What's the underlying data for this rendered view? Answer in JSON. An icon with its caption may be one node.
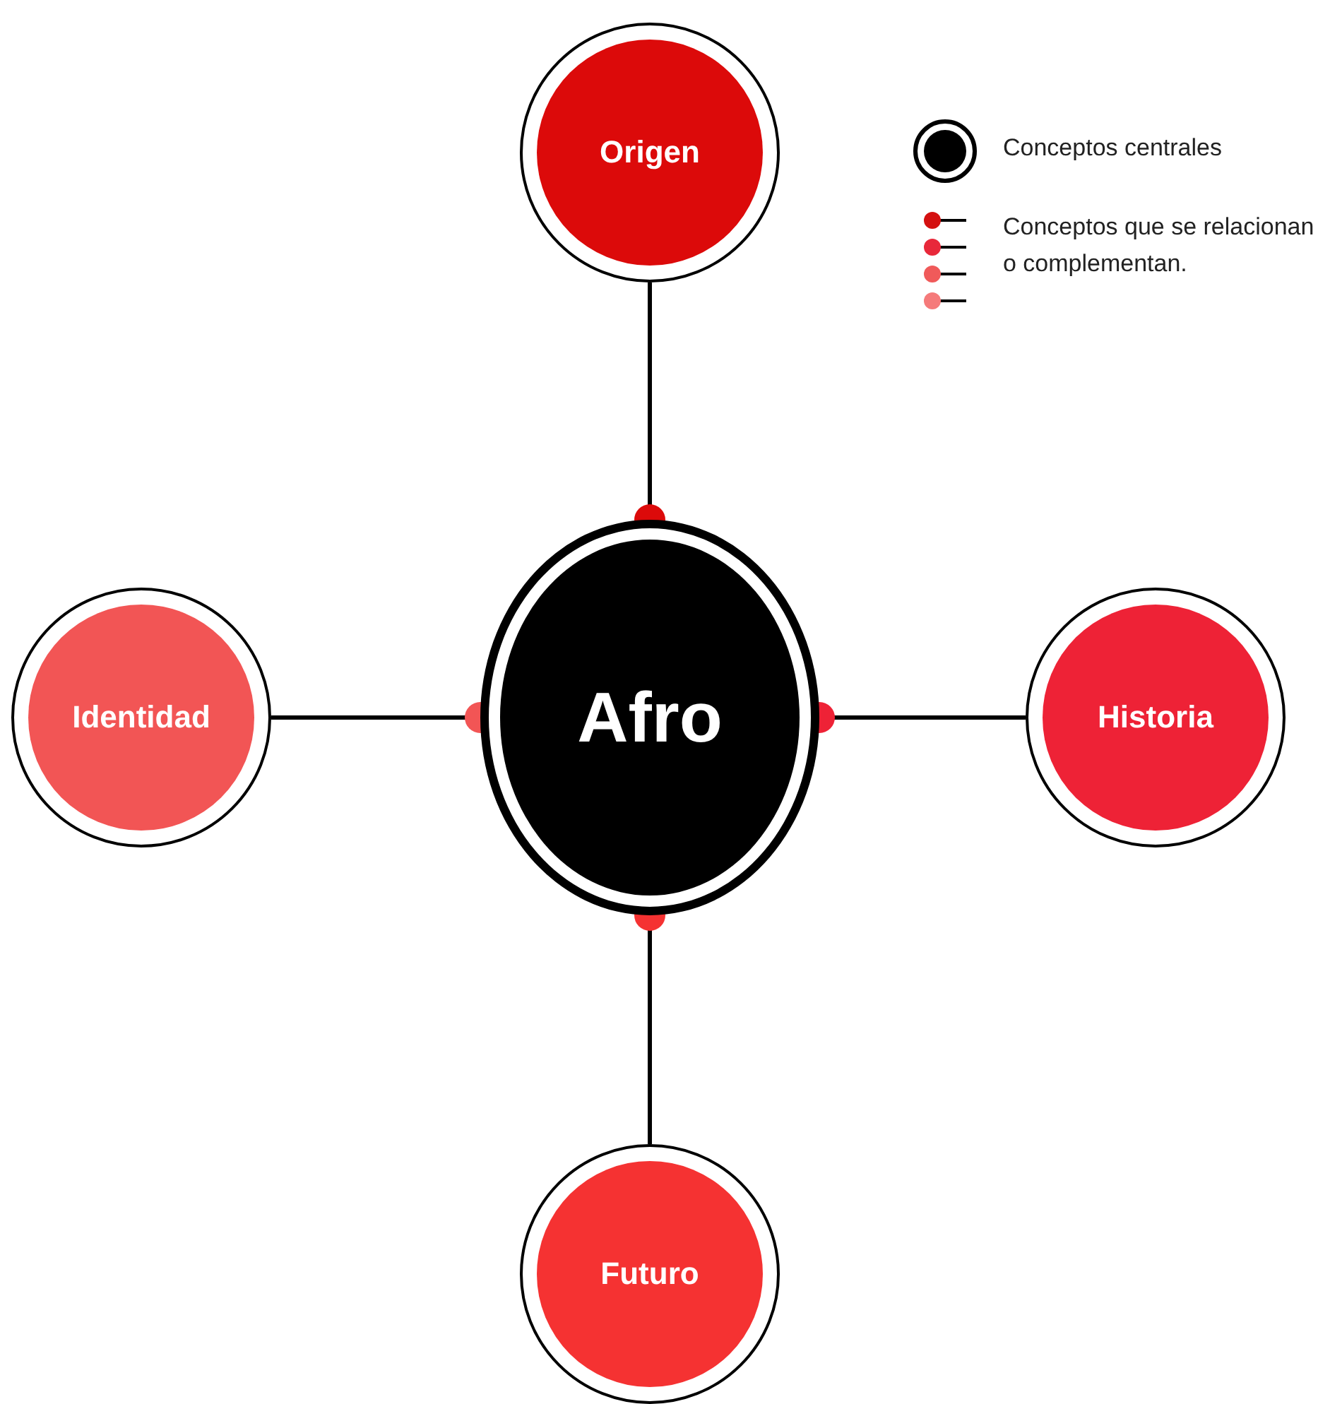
{
  "diagram": {
    "nodes": [
      {
        "text": [
          "Afro"
        ]
      },
      {
        "text": [
          "Origen"
        ]
      },
      {
        "text": [
          "Identidad"
        ]
      },
      {
        "text": [
          "Historia"
        ]
      },
      {
        "text": [
          "Futuro"
        ]
      }
    ],
    "edges": [
      {
        "from": 1,
        "to": 0,
        "arrow": "other"
      },
      {
        "from": 2,
        "to": 0,
        "arrow": "other"
      },
      {
        "from": 3,
        "to": 0,
        "arrow": "other"
      },
      {
        "from": 4,
        "to": 0,
        "arrow": "other"
      }
    ],
    "legend": [
      {
        "text": "Conceptos centrales"
      },
      {
        "text": "Conceptos que se relacionan o complementan."
      }
    ]
  }
}
